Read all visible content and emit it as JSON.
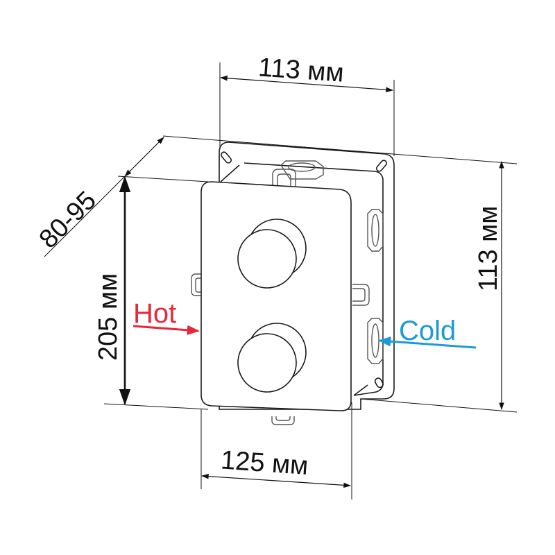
{
  "diagram": {
    "subject": "Concealed thermostatic mixer body with two-knob front plate",
    "dimensions": {
      "top_width": {
        "value": "113",
        "unit": "мм",
        "label": "113 мм"
      },
      "right_height": {
        "value": "113",
        "unit": "мм",
        "label": "113 мм"
      },
      "left_height": {
        "value": "205",
        "unit": "мм",
        "label": "205 мм"
      },
      "bottom_width": {
        "value": "125",
        "unit": "мм",
        "label": "125 мм"
      },
      "depth": {
        "value": "80-95",
        "unit": "",
        "label": "80-95"
      }
    },
    "inlets": {
      "hot": {
        "label": "Hot",
        "color": "#e8283a",
        "side": "left"
      },
      "cold": {
        "label": "Cold",
        "color": "#1a9ad9",
        "side": "right"
      }
    },
    "colors": {
      "line": "#111111",
      "background": "#ffffff",
      "hot": "#e8283a",
      "cold": "#1a9ad9"
    }
  }
}
